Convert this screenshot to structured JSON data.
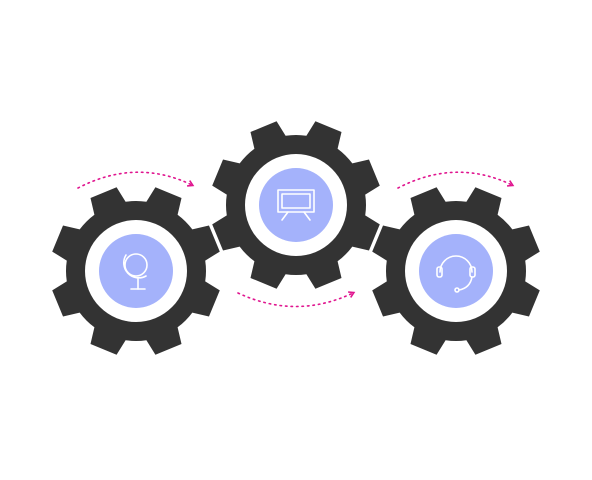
{
  "diagram": {
    "gears": [
      {
        "id": "gear-left",
        "icon": "globe-icon",
        "position_label": "left"
      },
      {
        "id": "gear-center",
        "icon": "whiteboard-icon",
        "position_label": "center"
      },
      {
        "id": "gear-right",
        "icon": "headset-icon",
        "position_label": "right"
      }
    ],
    "arrows": [
      {
        "id": "arrow-left-to-center",
        "direction": "clockwise",
        "side": "top"
      },
      {
        "id": "arrow-center-to-right-bottom",
        "direction": "clockwise",
        "side": "bottom"
      },
      {
        "id": "arrow-center-to-right-top",
        "direction": "clockwise",
        "side": "top"
      }
    ],
    "colors": {
      "gear": "#333333",
      "ring": "#ffffff",
      "icon_circle": "#a4b2fb",
      "icon_stroke": "#ffffff",
      "arrow": "#e0158f"
    }
  }
}
